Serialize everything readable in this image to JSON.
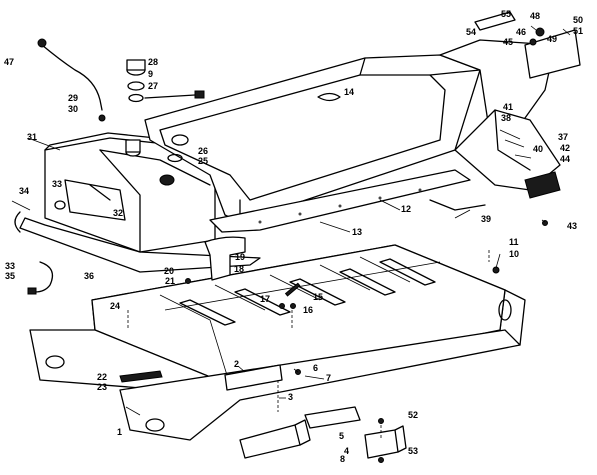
{
  "labels": {
    "l1": "1",
    "l2": "2",
    "l3": "3",
    "l4": "4",
    "l5": "5",
    "l6": "6",
    "l7": "7",
    "l8": "8",
    "l9": "9",
    "l10": "10",
    "l11": "11",
    "l12": "12",
    "l13": "13",
    "l14": "14",
    "l15": "15",
    "l16": "16",
    "l17": "17",
    "l18": "18",
    "l19": "19",
    "l20": "20",
    "l21": "21",
    "l22": "22",
    "l23": "23",
    "l24": "24",
    "l25": "25",
    "l26": "26",
    "l27": "27",
    "l28": "28",
    "l29": "29",
    "l30": "30",
    "l31": "31",
    "l32": "32",
    "l33a": "33",
    "l33b": "33",
    "l34": "34",
    "l35": "35",
    "l36": "36",
    "l37": "37",
    "l38": "38",
    "l39": "39",
    "l40": "40",
    "l41": "41",
    "l42": "42",
    "l43": "43",
    "l44": "44",
    "l45": "45",
    "l46": "46",
    "l47": "47",
    "l48": "48",
    "l49": "49",
    "l50": "50",
    "l51": "51",
    "l52": "52",
    "l53": "53",
    "l54": "54",
    "l55": "55"
  },
  "colors": {
    "ink": "#000000",
    "paper": "#ffffff",
    "stipple": "#444444"
  }
}
